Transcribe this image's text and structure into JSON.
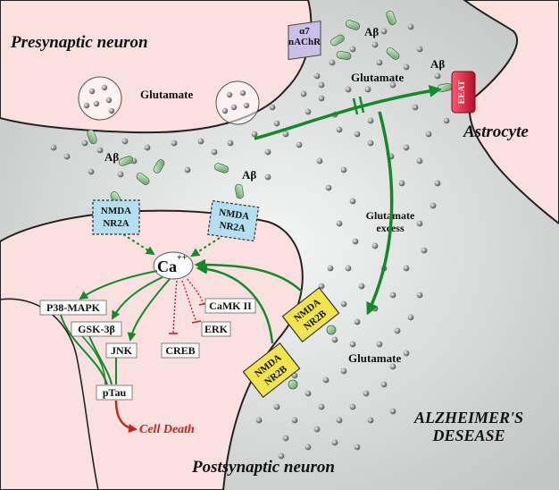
{
  "labels": {
    "presynaptic": "Presynaptic neuron",
    "postsynaptic": "Postsynaptic neuron",
    "astrocyte": "Astrocyte",
    "disease_line1": "ALZHEIMER'S",
    "disease_line2": "DESEASE",
    "glutamate_vesicle": "Glutamate",
    "glutamate_top": "Glutamate",
    "glutamate_bottom": "Glutamate",
    "glutamate_excess_line1": "Glutamate",
    "glutamate_excess_line2": "excess",
    "abeta": "Aβ",
    "ca": "Ca",
    "ca_sup": "++",
    "cell_death": "Cell Death"
  },
  "receptors": {
    "nmda_nr2a_line1": "NMDA",
    "nmda_nr2a_line2": "NR2A",
    "nmda_nr2b_line1": "NMDA",
    "nmda_nr2b_line2": "NR2B",
    "nachr_line1": "α7",
    "nachr_line2": "nAChR",
    "eeat": "EEAT"
  },
  "pathway": {
    "p38": "P38-MAPK",
    "gsk": "GSK-3β",
    "jnk": "JNK",
    "ptau": "pTau",
    "camk": "CaMK II",
    "erk": "ERK",
    "creb": "CREB"
  },
  "colors": {
    "background": "#d4d6d6",
    "neuron_fill": "#fbe0e0",
    "arrow_green": "#128a2a",
    "inhibit_red": "#b22",
    "death_red": "#c0281a",
    "nmda_nr2a_fill": "#b5def0",
    "nmda_nr2b_fill": "#f1e44f",
    "nachr_fill": "#c8c0e6",
    "eeat_fill": "#e21f3b",
    "abeta_fill": "#8ec08e",
    "glutamate_dot": "#8a8a8a"
  }
}
